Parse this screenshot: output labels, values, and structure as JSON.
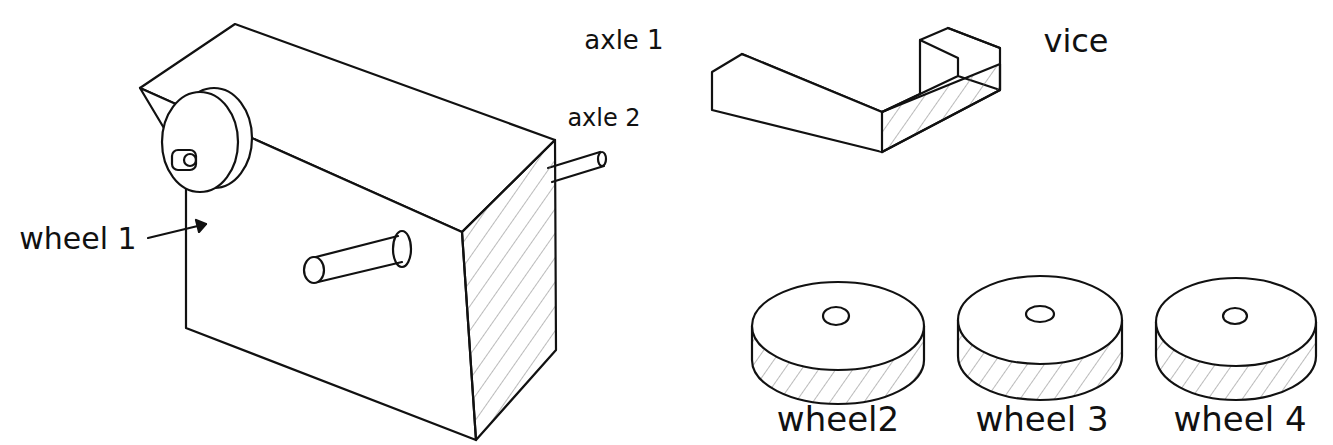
{
  "diagram": {
    "labels": [
      "axle 1",
      "axle 2",
      "wheel 1",
      "vice",
      "wheel2",
      "wheel 3",
      "wheel 4"
    ]
  }
}
